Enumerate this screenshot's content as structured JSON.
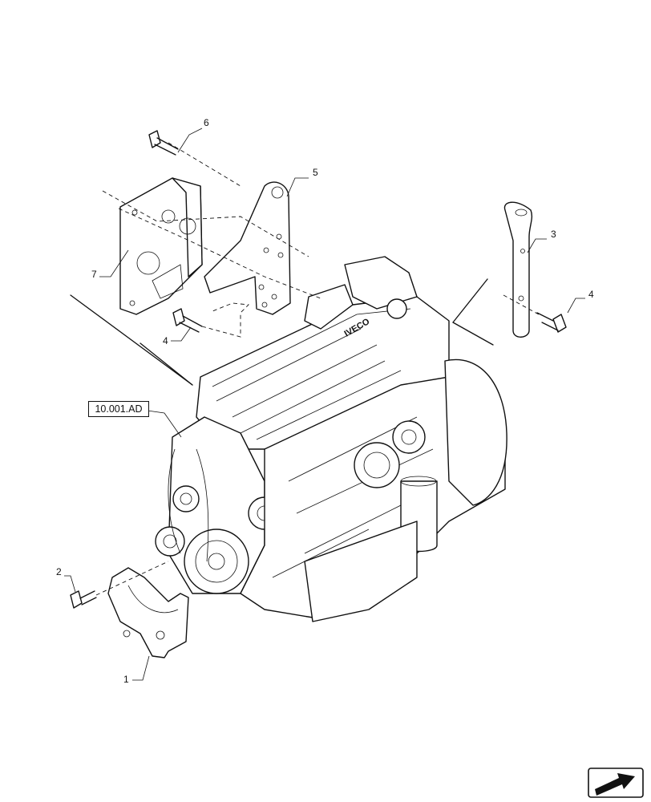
{
  "callouts": {
    "c1": "1",
    "c2": "2",
    "c3": "3",
    "c4a": "4",
    "c4b": "4",
    "c5": "5",
    "c6": "6",
    "c7": "7"
  },
  "reference": {
    "label": "10.001.AD"
  },
  "engine": {
    "brand_mark": "IVECO"
  },
  "icons": {
    "nav": "next-page-arrow-icon"
  }
}
